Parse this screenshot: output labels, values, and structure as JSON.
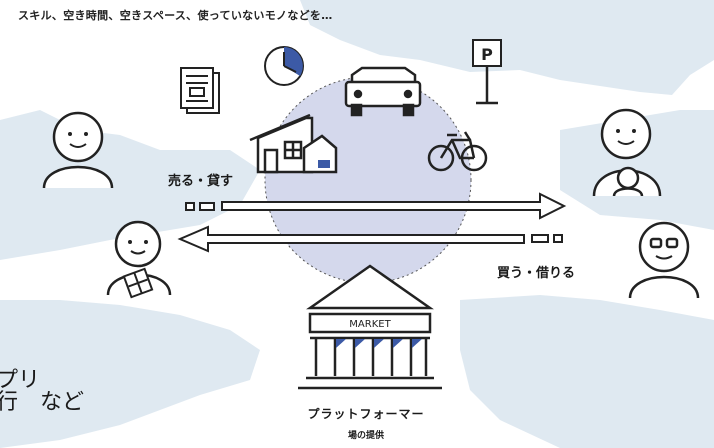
{
  "caption": "スキル、空き時間、空きスペース、使っていないモノなどを…",
  "sell_label": "売る・貸す",
  "buy_label": "買う・借りる",
  "market_label": "MARKET",
  "platform": {
    "title": "プラットフォーマー",
    "subtitle": "場の提供"
  },
  "left_edge_text": [
    "プリ",
    "行　など"
  ],
  "parking_label": "P",
  "colors": {
    "map_background": "#dfe9f1",
    "center_circle": "#d4d8ec",
    "accent_blue": "#3c5aa6",
    "line": "#222222"
  },
  "icons": [
    "document-icon",
    "clock-icon",
    "car-icon",
    "parking-sign-icon",
    "house-icon",
    "bicycle-icon",
    "person-icon",
    "person-with-child-icon",
    "person-with-box-icon",
    "person-with-glasses-icon",
    "market-building-icon"
  ]
}
